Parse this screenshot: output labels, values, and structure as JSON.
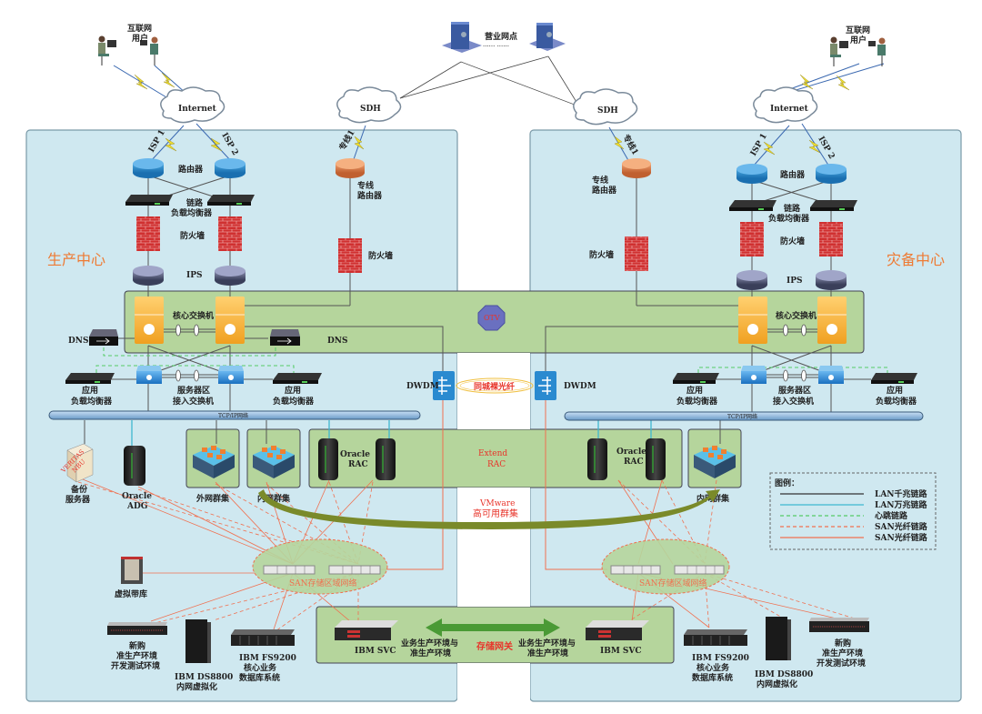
{
  "colors": {
    "zone_bg": "#cfe8f0",
    "green_band": "#b5d59c",
    "zone_title": "#ee7a33",
    "san_line": "#f07050",
    "lan_gigabit": "#333333",
    "lan_10g": "#3fb7d0",
    "heartbeat": "#55cc66",
    "arrow_green": "#4a9a35",
    "vmware_arrow": "#7a8a2a"
  },
  "top": {
    "internet_users_label": [
      "互联网",
      "用户"
    ],
    "branch_label": "营业网点",
    "branch_dots": "······  ······",
    "internet_label": "Internet",
    "sdh_label": "SDH"
  },
  "production": {
    "title": "生产中心",
    "isp1": "ISP 1",
    "isp2": "ISP 2",
    "router": "路由器",
    "link_lb": [
      "链路",
      "负载均衡器"
    ],
    "firewall": "防火墙",
    "ips": "IPS",
    "leased_line": "专线1",
    "leased_router": [
      "专线",
      "路由器"
    ],
    "leased_firewall": "防火墙",
    "core_switch": "核心交换机",
    "dns_left": "DNS",
    "dns_right": "DNS",
    "app_lb_left": [
      "应用",
      "负载均衡器"
    ],
    "access_switch": [
      "服务器区",
      "接入交换机"
    ],
    "app_lb_right": [
      "应用",
      "负载均衡器"
    ],
    "tcpip": "TCP/IP网络",
    "dwdm": "DWDM",
    "backup_server": [
      "备份",
      "服务器"
    ],
    "veritas": [
      "VERITAS",
      "NBU"
    ],
    "oracle_adg": [
      "Oracle",
      "ADG"
    ],
    "extranet_cluster": "外网群集",
    "intranet_cluster": "内网群集",
    "oracle_rac": [
      "Oracle",
      "RAC"
    ],
    "virtual_tape": "虚拟带库",
    "san_network": "SAN存储区域网络",
    "new_storage": [
      "新购",
      "准生产环境",
      "开发测试环境"
    ],
    "ds8800": [
      "IBM DS8800",
      "内网虚拟化"
    ],
    "fs9200": [
      "IBM FS9200",
      "核心业务",
      "数据库系统"
    ],
    "svc": "IBM SVC",
    "svc_env": [
      "业务生产环境与",
      "准生产环境"
    ]
  },
  "dr": {
    "title": "灾备中心",
    "isp1": "ISP 1",
    "isp2": "ISP 2",
    "router": "路由器",
    "link_lb": [
      "链路",
      "负载均衡器"
    ],
    "firewall": "防火墙",
    "ips": "IPS",
    "leased_line": "专线1",
    "leased_router": [
      "专线",
      "路由器"
    ],
    "leased_firewall": "防火墙",
    "core_switch": "核心交换机",
    "app_lb_left": [
      "应用",
      "负载均衡器"
    ],
    "access_switch": [
      "服务器区",
      "接入交换机"
    ],
    "app_lb_right": [
      "应用",
      "负载均衡器"
    ],
    "tcpip": "TCP/IP网络",
    "dwdm": "DWDM",
    "oracle_rac": [
      "Oracle",
      "RAC"
    ],
    "intranet_cluster": "内网群集",
    "san_network": "SAN存储区域网络",
    "new_storage": [
      "新购",
      "准生产环境",
      "开发测试环境"
    ],
    "ds8800": [
      "IBM DS8800",
      "内网虚拟化"
    ],
    "fs9200": [
      "IBM FS9200",
      "核心业务",
      "数据库系统"
    ],
    "svc": "IBM SVC",
    "svc_env": [
      "业务生产环境与",
      "准生产环境"
    ]
  },
  "middle": {
    "otv": "OTV",
    "dark_fiber": "同城裸光纤",
    "extend_rac": [
      "Extend",
      "RAC"
    ],
    "vmware": [
      "VMware",
      "高可用群集"
    ],
    "storage_gateway": "存储网关"
  },
  "legend": {
    "title": "图例：",
    "items": [
      {
        "label": "LAN千兆链路",
        "style": "solid",
        "color": "#333333"
      },
      {
        "label": "LAN万兆链路",
        "style": "solid",
        "color": "#3fb7d0"
      },
      {
        "label": "心跳链路",
        "style": "dashed",
        "color": "#55cc66"
      },
      {
        "label": "SAN光纤链路",
        "style": "dashed",
        "color": "#f07050"
      },
      {
        "label": "SAN光纤链路",
        "style": "solid",
        "color": "#f07050"
      }
    ]
  }
}
